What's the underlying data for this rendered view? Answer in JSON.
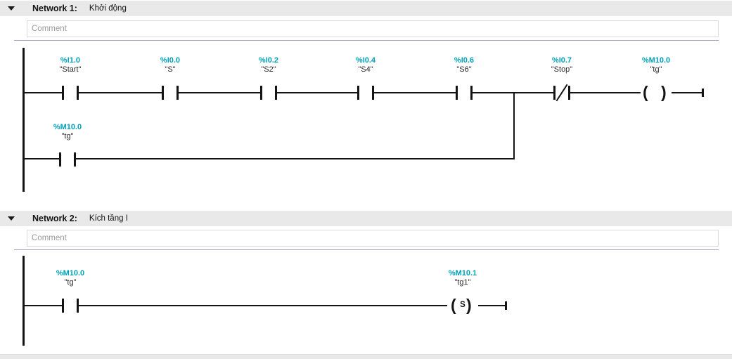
{
  "colors": {
    "operand_address": "#00A0B6",
    "wire": "#141414",
    "network_header_bg": "#E9E9E9",
    "comment_placeholder_color": "#9A9A9A",
    "divider": "#A2A3C7"
  },
  "networks": [
    {
      "title": "Network 1:",
      "subtitle": "Khởi động",
      "comment_placeholder": "Comment",
      "collapse_icon": "triangle-down",
      "main_rung": {
        "elements": [
          {
            "type": "contact-no",
            "address": "%I1.0",
            "name": "\"Start\""
          },
          {
            "type": "contact-no",
            "address": "%I0.0",
            "name": "\"S\""
          },
          {
            "type": "contact-no",
            "address": "%I0.2",
            "name": "\"S2\""
          },
          {
            "type": "contact-no",
            "address": "%I0.4",
            "name": "\"S4\""
          },
          {
            "type": "contact-no",
            "address": "%I0.6",
            "name": "\"S6\""
          },
          {
            "type": "contact-nc",
            "address": "%I0.7",
            "name": "\"Stop\""
          },
          {
            "type": "coil",
            "address": "%M10.0",
            "name": "\"tg\""
          }
        ]
      },
      "branch_rung": {
        "elements": [
          {
            "type": "contact-no",
            "address": "%M10.0",
            "name": "\"tg\""
          }
        ]
      }
    },
    {
      "title": "Network 2:",
      "subtitle": "Kích tầng I",
      "comment_placeholder": "Comment",
      "collapse_icon": "triangle-down",
      "main_rung": {
        "elements": [
          {
            "type": "contact-no",
            "address": "%M10.0",
            "name": "\"tg\""
          },
          {
            "type": "coil-set",
            "address": "%M10.1",
            "name": "\"tg1\"",
            "coil_symbol": "S"
          }
        ]
      }
    }
  ]
}
